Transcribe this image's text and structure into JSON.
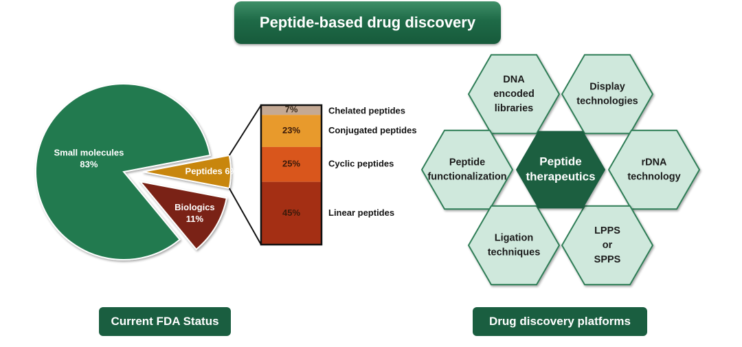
{
  "title": "Peptide-based drug discovery",
  "captions": {
    "fda_status": "Current FDA Status",
    "platforms": "Drug discovery platforms"
  },
  "chart_data": [
    {
      "type": "pie",
      "categories": [
        "Small molecules",
        "Biologics",
        "Peptides"
      ],
      "values": [
        83,
        11,
        6
      ],
      "labels": [
        [
          "Small molecules",
          "83%"
        ],
        [
          "Biologics",
          "11%"
        ],
        [
          "Peptides 6%"
        ]
      ],
      "colors": [
        "#217a4f",
        "#7a2412",
        "#c8860d"
      ]
    },
    {
      "type": "bar",
      "stacked": true,
      "categories": [
        "Chelated peptides",
        "Conjugated peptides",
        "Cyclic peptides",
        "Linear peptides"
      ],
      "values": [
        7,
        23,
        25,
        45
      ],
      "value_labels": [
        "7%",
        "23%",
        "25%",
        "45%"
      ],
      "colors": [
        "#c4a994",
        "#e89a2c",
        "#d9561c",
        "#a42f14"
      ]
    }
  ],
  "platforms": {
    "center": [
      "Peptide",
      "therapeutics"
    ],
    "items": [
      {
        "id": "dna-encoded-libraries",
        "lines": [
          "DNA",
          "encoded",
          "libraries"
        ]
      },
      {
        "id": "display-technologies",
        "lines": [
          "Display",
          "technologies"
        ]
      },
      {
        "id": "peptide-functionalization",
        "lines": [
          "Peptide",
          "functionalization"
        ]
      },
      {
        "id": "rdna-technology",
        "lines": [
          "rDNA",
          "technology"
        ]
      },
      {
        "id": "ligation-techniques",
        "lines": [
          "Ligation",
          "techniques"
        ]
      },
      {
        "id": "lpps-or-spps",
        "lines": [
          "LPPS",
          "or",
          "SPPS"
        ]
      }
    ],
    "colors": {
      "hex_fill": "#cfe8dc",
      "hex_stroke": "#2f7d56",
      "center_fill": "#1a5e40"
    }
  }
}
